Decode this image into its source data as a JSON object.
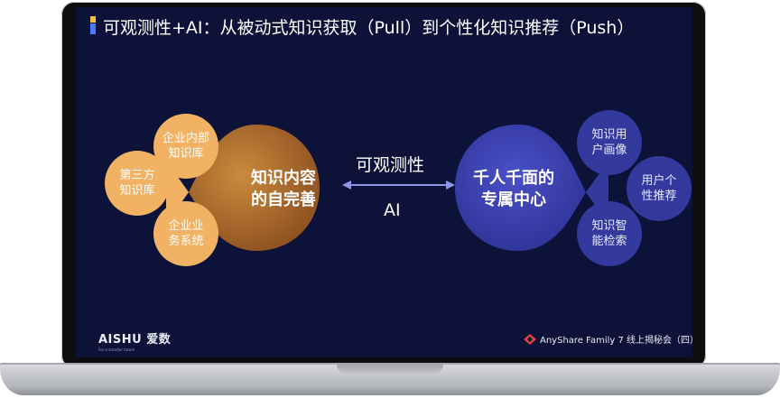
{
  "slide": {
    "title": "可观测性+AI：从被动式知识获取（Pull）到个性化知识推荐（Push）",
    "left_center": "知识内容\n的自完善",
    "left_petals": [
      "企业内部\n知识库",
      "第三方\n知识库",
      "企业业\n务系统"
    ],
    "right_center": "千人千面的\n专属中心",
    "right_petals": [
      "知识用\n户画像",
      "用户个\n性推荐",
      "知识智\n能检索"
    ],
    "arrow_top_label": "可观测性",
    "arrow_bottom_label": "AI",
    "footer_logo": "AISHU 爱数",
    "footer_logo_tagline": "For a smarter future",
    "footer_brand": "AnyShare Family 7 线上揭秘会（四）"
  },
  "colors": {
    "screen_bg": "#0d1238",
    "orange_center": "#b06a2a",
    "orange_petal": "#f1b363",
    "blue_center": "#3a3fae",
    "blue_petal": "#343a9d",
    "arrow": "#8f96e8",
    "title_accent": [
      "#f7c244",
      "#4b79ff"
    ]
  }
}
